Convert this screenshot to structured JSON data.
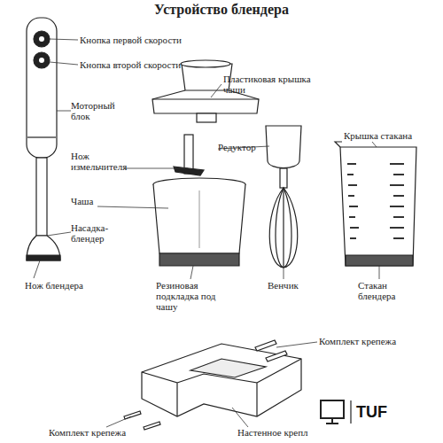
{
  "diagram": {
    "title": "Устройство блендера",
    "labels": [
      "Кнопка первой скорости",
      "Кнопка второй скорости",
      "Пластиковая крышка чаши",
      "Моторный блок",
      "Нож измельчителя",
      "Редуктор",
      "Крышка стакана",
      "Чаша",
      "Насадка-блендер",
      "Нож блендера",
      "Резиновая подкладка под чашу",
      "Венчик",
      "Стакан блендера",
      "Комплект крепежа",
      "Комплект крепежа",
      "Настенное крепл",
      "TUF"
    ]
  }
}
